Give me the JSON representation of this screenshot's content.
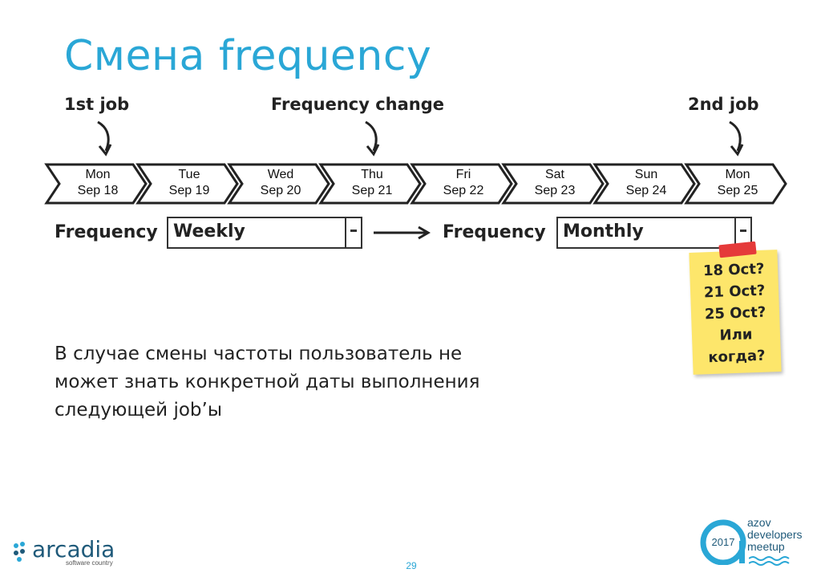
{
  "title": "Смена frequency",
  "callouts": {
    "first_job": "1st job",
    "frequency_change": "Frequency change",
    "second_job": "2nd job"
  },
  "timeline": [
    {
      "day": "Mon",
      "date": "Sep 18"
    },
    {
      "day": "Tue",
      "date": "Sep 19"
    },
    {
      "day": "Wed",
      "date": "Sep 20"
    },
    {
      "day": "Thu",
      "date": "Sep 21"
    },
    {
      "day": "Fri",
      "date": "Sep 22"
    },
    {
      "day": "Sat",
      "date": "Sep 23"
    },
    {
      "day": "Sun",
      "date": "Sep 24"
    },
    {
      "day": "Mon",
      "date": "Sep 25"
    }
  ],
  "frequency_before": {
    "label": "Frequency",
    "value": "Weekly"
  },
  "frequency_after": {
    "label": "Frequency",
    "value": "Monthly"
  },
  "sticky_note": {
    "lines": [
      "18 Oct?",
      "21 Oct?",
      "25 Oct?",
      "Или",
      "когда?"
    ]
  },
  "body_text": {
    "lines": [
      "В случае смены частоты пользователь не",
      "может знать конкретной даты выполнения",
      "следующей job’ы"
    ]
  },
  "page_number": "29",
  "logo_left": {
    "name": "arcadia",
    "tagline": "software country"
  },
  "logo_right": {
    "year": "2017",
    "words": [
      "azov",
      "developers",
      "meetup"
    ]
  },
  "colors": {
    "accent": "#2aa7d6",
    "sticky": "#fde66b",
    "pin": "#e53a3a"
  }
}
